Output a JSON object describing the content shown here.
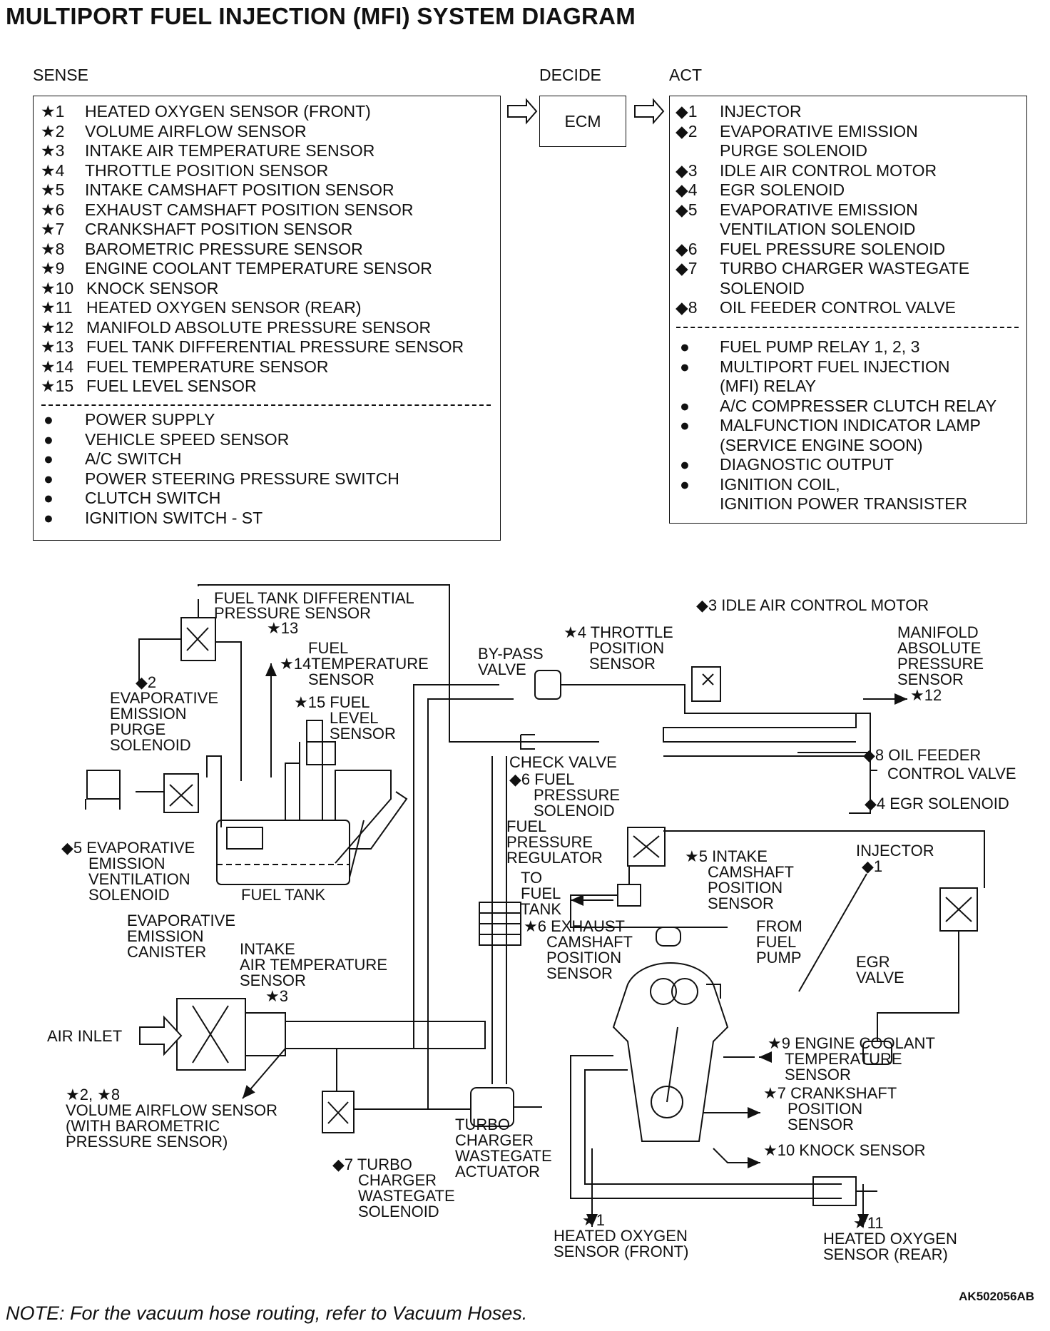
{
  "title": "MULTIPORT FUEL INJECTION (MFI) SYSTEM DIAGRAM",
  "headers": {
    "sense": "SENSE",
    "decide": "DECIDE",
    "act": "ACT"
  },
  "ecm": "ECM",
  "sense": {
    "sensors": [
      {
        "m": "★1",
        "t": "HEATED OXYGEN SENSOR (FRONT)"
      },
      {
        "m": "★2",
        "t": "VOLUME AIRFLOW SENSOR"
      },
      {
        "m": "★3",
        "t": "INTAKE AIR TEMPERATURE SENSOR"
      },
      {
        "m": "★4",
        "t": "THROTTLE POSITION SENSOR"
      },
      {
        "m": "★5",
        "t": "INTAKE CAMSHAFT POSITION SENSOR"
      },
      {
        "m": "★6",
        "t": "EXHAUST CAMSHAFT POSITION SENSOR"
      },
      {
        "m": "★7",
        "t": "CRANKSHAFT POSITION SENSOR"
      },
      {
        "m": "★8",
        "t": "BAROMETRIC PRESSURE SENSOR"
      },
      {
        "m": "★9",
        "t": "ENGINE COOLANT TEMPERATURE SENSOR"
      },
      {
        "m": "★10",
        "t": "KNOCK SENSOR"
      },
      {
        "m": "★11",
        "t": "HEATED OXYGEN SENSOR (REAR)"
      },
      {
        "m": "★12",
        "t": "MANIFOLD ABSOLUTE PRESSURE SENSOR"
      },
      {
        "m": "★13",
        "t": "FUEL TANK DIFFERENTIAL PRESSURE SENSOR"
      },
      {
        "m": "★14",
        "t": "FUEL TEMPERATURE SENSOR"
      },
      {
        "m": "★15",
        "t": "FUEL LEVEL SENSOR"
      }
    ],
    "others": [
      "POWER SUPPLY",
      "VEHICLE SPEED SENSOR",
      "A/C SWITCH",
      "POWER STEERING PRESSURE SWITCH",
      "CLUTCH SWITCH",
      "IGNITION SWITCH - ST"
    ]
  },
  "act": {
    "actuators": [
      {
        "m": "◆1",
        "lines": [
          "INJECTOR"
        ]
      },
      {
        "m": "◆2",
        "lines": [
          "EVAPORATIVE EMISSION",
          "PURGE SOLENOID"
        ]
      },
      {
        "m": "◆3",
        "lines": [
          "IDLE AIR CONTROL MOTOR"
        ]
      },
      {
        "m": "◆4",
        "lines": [
          "EGR SOLENOID"
        ]
      },
      {
        "m": "◆5",
        "lines": [
          "EVAPORATIVE EMISSION",
          "VENTILATION SOLENOID"
        ]
      },
      {
        "m": "◆6",
        "lines": [
          "FUEL PRESSURE SOLENOID"
        ]
      },
      {
        "m": "◆7",
        "lines": [
          "TURBO CHARGER WASTEGATE",
          "SOLENOID"
        ]
      },
      {
        "m": "◆8",
        "lines": [
          "OIL FEEDER CONTROL VALVE"
        ]
      }
    ],
    "others": [
      [
        "FUEL PUMP RELAY 1, 2, 3"
      ],
      [
        "MULTIPORT FUEL INJECTION",
        "(MFI) RELAY"
      ],
      [
        "A/C COMPRESSER CLUTCH RELAY"
      ],
      [
        "MALFUNCTION INDICATOR LAMP",
        "(SERVICE ENGINE SOON)"
      ],
      [
        "DIAGNOSTIC OUTPUT"
      ],
      [
        "IGNITION COIL,",
        "IGNITION POWER TRANSISTER"
      ]
    ]
  },
  "labels": {
    "ftdps": [
      "FUEL TANK DIFFERENTIAL",
      "PRESSURE SENSOR",
      "★13"
    ],
    "fuel_temp": [
      "FUEL",
      "★14TEMPERATURE",
      "SENSOR"
    ],
    "fuel_level": [
      "★15 FUEL",
      "LEVEL",
      "SENSOR"
    ],
    "purge": [
      "◆2",
      "EVAPORATIVE",
      "EMISSION",
      "PURGE",
      "SOLENOID"
    ],
    "vent": [
      "◆5 EVAPORATIVE",
      "EMISSION",
      "VENTILATION",
      "SOLENOID"
    ],
    "fuel_tank": "FUEL TANK",
    "canister": [
      "EVAPORATIVE",
      "EMISSION",
      "CANISTER"
    ],
    "iat": [
      "INTAKE",
      "AIR TEMPERATURE",
      "SENSOR",
      "★3"
    ],
    "air_inlet": "AIR INLET",
    "vaf": [
      "★2, ★8",
      "VOLUME AIRFLOW SENSOR",
      "(WITH BAROMETRIC",
      "PRESSURE SENSOR)"
    ],
    "twg_sol": [
      "◆7 TURBO",
      "CHARGER",
      "WASTEGATE",
      "SOLENOID"
    ],
    "twg_act": [
      "TURBO",
      "CHARGER",
      "WASTEGATE",
      "ACTUATOR"
    ],
    "bypass": [
      "BY-PASS",
      "VALVE"
    ],
    "tps": [
      "★4 THROTTLE",
      "POSITION",
      "SENSOR"
    ],
    "iac": "◆3 IDLE AIR CONTROL MOTOR",
    "map": [
      "MANIFOLD",
      "ABSOLUTE",
      "PRESSURE",
      "SENSOR"
    ],
    "map_ref": "★12",
    "check_valve": "CHECK VALVE",
    "fps": [
      "◆6 FUEL",
      "PRESSURE",
      "SOLENOID"
    ],
    "fpr": [
      "FUEL",
      "PRESSURE",
      "REGULATOR"
    ],
    "to_tank": [
      "TO",
      "FUEL",
      "TANK"
    ],
    "exh_cam": [
      "★6 EXHAUST",
      "CAMSHAFT",
      "POSITION",
      "SENSOR"
    ],
    "int_cam": [
      "★5 INTAKE",
      "CAMSHAFT",
      "POSITION",
      "SENSOR"
    ],
    "from_pump": [
      "FROM",
      "FUEL",
      "PUMP"
    ],
    "oil_feeder": [
      "◆8 OIL FEEDER",
      "CONTROL VALVE"
    ],
    "egr_sol": "◆4 EGR SOLENOID",
    "injector": [
      "INJECTOR",
      "◆1"
    ],
    "egr_valve": [
      "EGR",
      "VALVE"
    ],
    "ect": [
      "★9 ENGINE COOLANT",
      "TEMPERATURE",
      "SENSOR"
    ],
    "ckp": [
      "★7 CRANKSHAFT",
      "POSITION",
      "SENSOR"
    ],
    "knock": "★10 KNOCK SENSOR",
    "ho2_front": [
      "★1",
      "HEATED OXYGEN",
      "SENSOR (FRONT)"
    ],
    "ho2_rear": [
      "★11",
      "HEATED OXYGEN",
      "SENSOR (REAR)"
    ]
  },
  "figure_code": "AK502056AB",
  "note": "NOTE: For the vacuum hose routing, refer to Vacuum Hoses."
}
